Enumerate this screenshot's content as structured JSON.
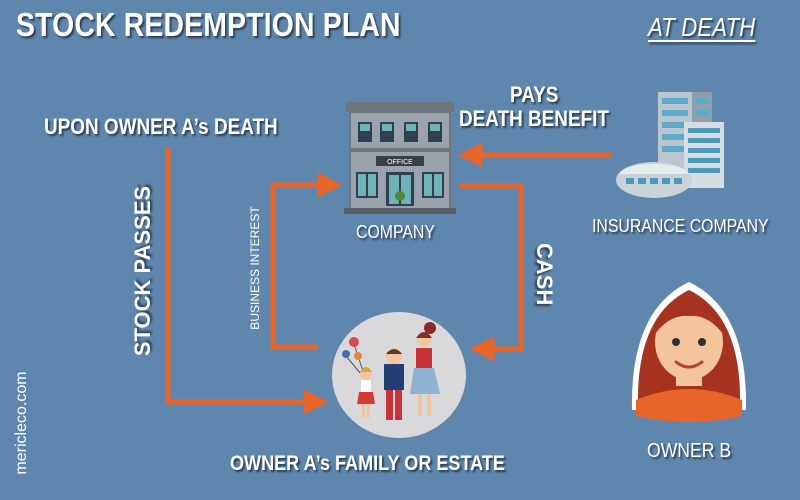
{
  "header": {
    "title": "STOCK REDEMPTION PLAN",
    "subtitle": "AT DEATH"
  },
  "labels": {
    "upon_death": "UPON OWNER A’s DEATH",
    "pays_line1": "PAYS",
    "pays_line2": "DEATH BENEFIT",
    "company": "COMPANY",
    "insurance_company": "INSURANCE COMPANY",
    "stock_passes": "STOCK PASSES",
    "business_interest": "BUSINESS INTEREST",
    "cash": "CASH",
    "owner_b": "OWNER B",
    "family_estate": "OWNER A’s FAMILY OR ESTATE",
    "office_sign": "OFFICE"
  },
  "watermark": "mericleco.com",
  "colors": {
    "background": "#5f86ad",
    "arrow": "#e8652a",
    "text": "#ffffff"
  },
  "icons": [
    "office-building-icon",
    "insurance-building-icon",
    "family-icon",
    "owner-b-avatar-icon"
  ]
}
